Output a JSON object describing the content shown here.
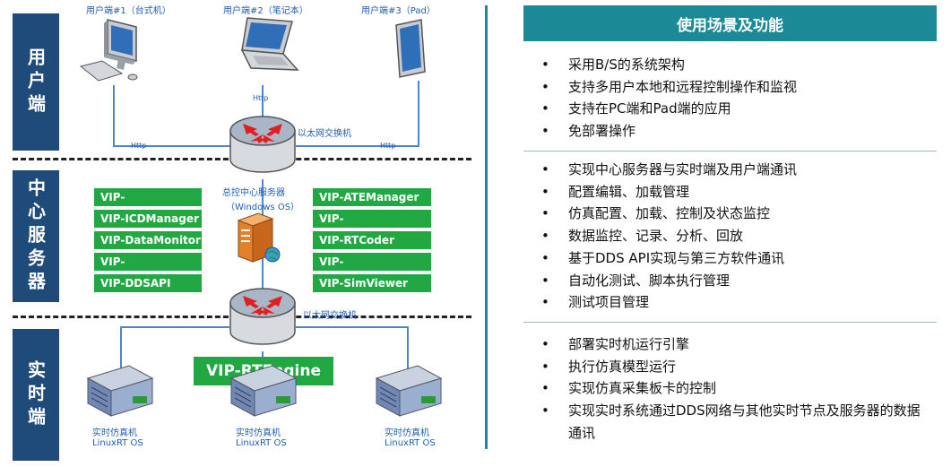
{
  "tiers": {
    "user": "用户端",
    "center": "中心服务器",
    "realtime": "实时端"
  },
  "clients": [
    {
      "label": "用户端#1（台式机）",
      "icon": "desktop-computer-icon"
    },
    {
      "label": "用户端#2（笔记本）",
      "icon": "laptop-icon"
    },
    {
      "label": "用户端#3（Pad）",
      "icon": "tablet-icon"
    }
  ],
  "protocol_label": "Http",
  "switch_label": "以太网交换机",
  "server": {
    "title": "总控中心服务器",
    "os": "（Windows OS）"
  },
  "modules_left": [
    "VIP-ControlCenter",
    "VIP-ICDManager",
    "VIP-DataMonitor",
    "VIP-DataProcessor",
    "VIP-DDSAPI"
  ],
  "modules_right": [
    "VIP-ATEManager",
    "VIP-ProjectManager",
    "VIP-RTCoder",
    "VIP-ScriptExecutor",
    "VIP-SimViewer"
  ],
  "engine_label": "VIP-RTEngine",
  "rt_nodes": [
    {
      "title": "实时仿真机",
      "os": "LinuxRT OS"
    },
    {
      "title": "实时仿真机",
      "os": "LinuxRT OS"
    },
    {
      "title": "实时仿真机",
      "os": "LinuxRT OS"
    }
  ],
  "panel": {
    "title": "使用场景及功能",
    "groups": [
      [
        "采用B/S的系统架构",
        "支持多用户本地和远程控制操作和监视",
        "支持在PC端和Pad端的应用",
        "免部署操作"
      ],
      [
        "实现中心服务器与实时端及用户端通讯",
        "配置编辑、加载管理",
        "仿真配置、加载、控制及状态监控",
        "数据监控、记录、分析、回放",
        "基于DDS API实现与第三方软件通讯",
        "自动化测试、脚本执行管理",
        "测试项目管理"
      ],
      [
        "部署实时机运行引擎",
        "执行仿真模型运行",
        "实现仿真采集板卡的控制",
        "实现实时系统通过DDS网络与其他实时节点及服务器的数据通讯"
      ]
    ]
  },
  "colors": {
    "tier_bg": "#1f4b7a",
    "module_bg": "#21a843",
    "panel_header": "#1b8a96",
    "link_line": "#4d86d0",
    "arrow": "#e02020"
  }
}
